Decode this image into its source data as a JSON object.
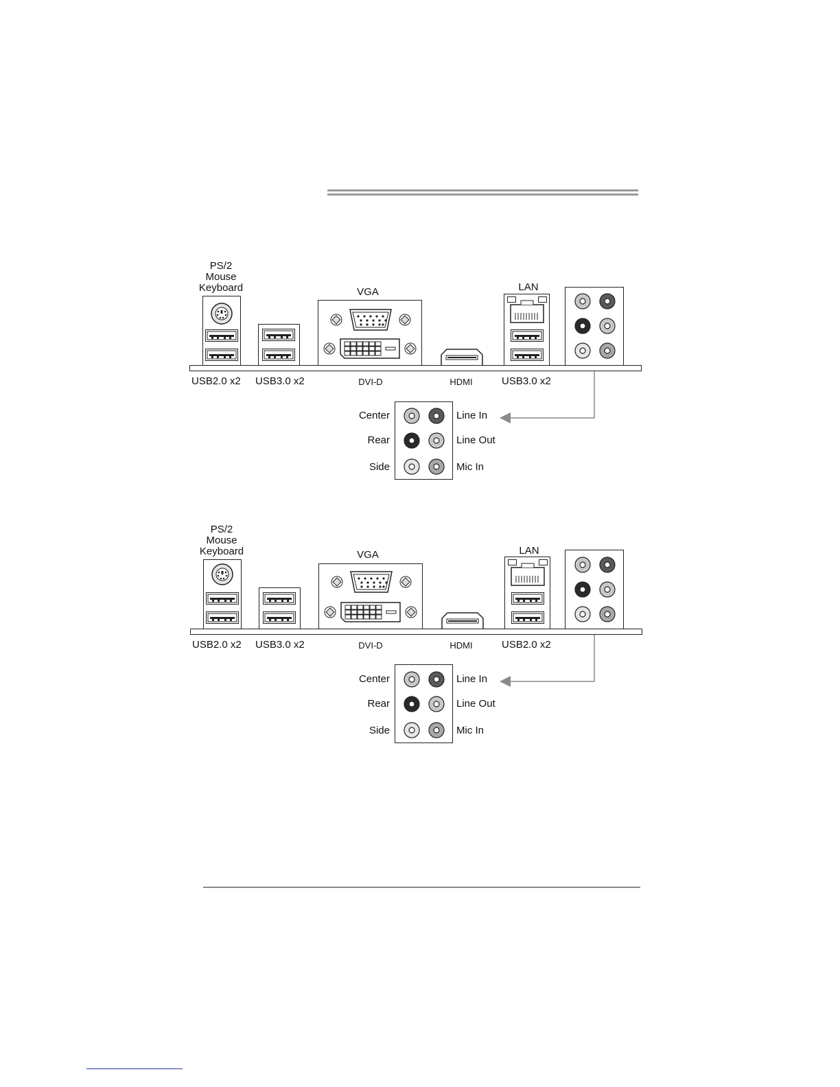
{
  "panels": [
    {
      "ps2": {
        "line1": "PS/2",
        "line2": "Mouse",
        "line3": "Keyboard"
      },
      "top_labels": {
        "vga": "VGA",
        "lan": "LAN"
      },
      "bottom_labels": {
        "usb_left": "USB2.0 x2",
        "usb_mid": "USB3.0 x2",
        "dvi": "DVI-D",
        "hdmi": "HDMI",
        "usb_right": "USB3.0 x2"
      },
      "audio": {
        "left_labels": [
          "Center",
          "Rear",
          "Side"
        ],
        "right_labels": [
          "Line In",
          "Line Out",
          "Mic In"
        ]
      }
    },
    {
      "ps2": {
        "line1": "PS/2",
        "line2": "Mouse",
        "line3": "Keyboard"
      },
      "top_labels": {
        "vga": "VGA",
        "lan": "LAN"
      },
      "bottom_labels": {
        "usb_left": "USB2.0 x2",
        "usb_mid": "USB3.0 x2",
        "dvi": "DVI-D",
        "hdmi": "HDMI",
        "usb_right": "USB2.0 x2"
      },
      "audio": {
        "left_labels": [
          "Center",
          "Rear",
          "Side"
        ],
        "right_labels": [
          "Line In",
          "Line Out",
          "Mic In"
        ]
      }
    }
  ],
  "colors": {
    "jack_light": "#c8c8c8",
    "jack_mid": "#8f8f8f",
    "jack_dark": "#3a3a3a",
    "arrow": "#8a8a8a"
  }
}
